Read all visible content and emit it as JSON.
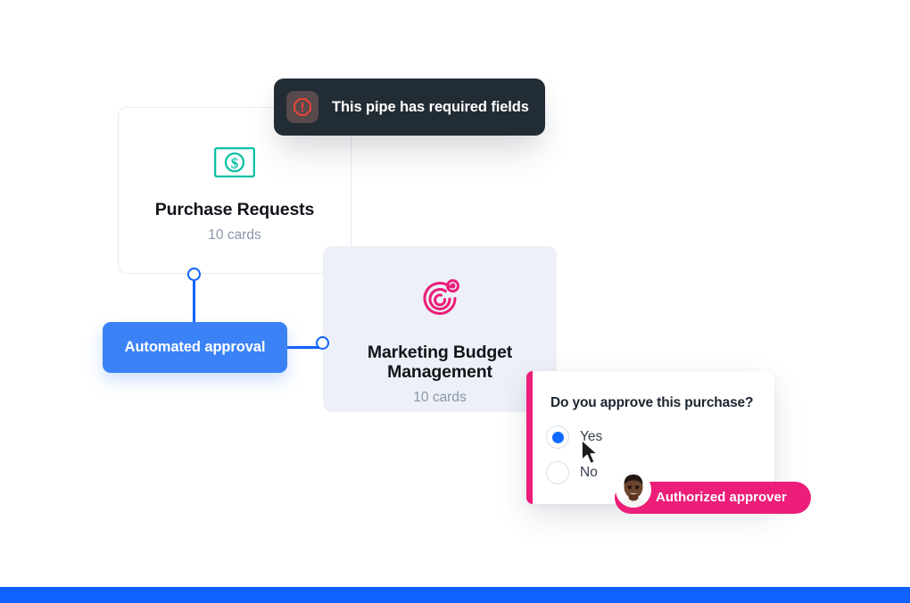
{
  "tooltip": {
    "message": "This pipe has required fields",
    "icon": "alert-octagon-icon",
    "bg_color": "#222c35",
    "icon_color": "#f04438"
  },
  "pipes": [
    {
      "title": "Purchase Requests",
      "cards_label": "10 cards",
      "icon": "money-bill-icon",
      "icon_color": "#00bfa0",
      "card_style": "white"
    },
    {
      "title_line1": "Marketing Budget",
      "title_line2": "Management",
      "cards_label": "10 cards",
      "icon": "target-radar-icon",
      "icon_color": "#ec1e79",
      "card_style": "grey",
      "bg_color": "#edf0f7"
    }
  ],
  "automation": {
    "label": "Automated approval",
    "color": "#3b82f6"
  },
  "approval_form": {
    "question": "Do you approve this purchase?",
    "accent_color": "#ec1e79",
    "options": [
      {
        "label": "Yes",
        "selected": true
      },
      {
        "label": "No",
        "selected": false
      }
    ]
  },
  "approver_badge": {
    "label": "Authorized approver",
    "color": "#ec1e79",
    "avatar": "user-photo-avatar"
  },
  "cursor": {
    "icon": "mouse-pointer-icon"
  },
  "footer": {
    "color": "#0f62fe"
  }
}
